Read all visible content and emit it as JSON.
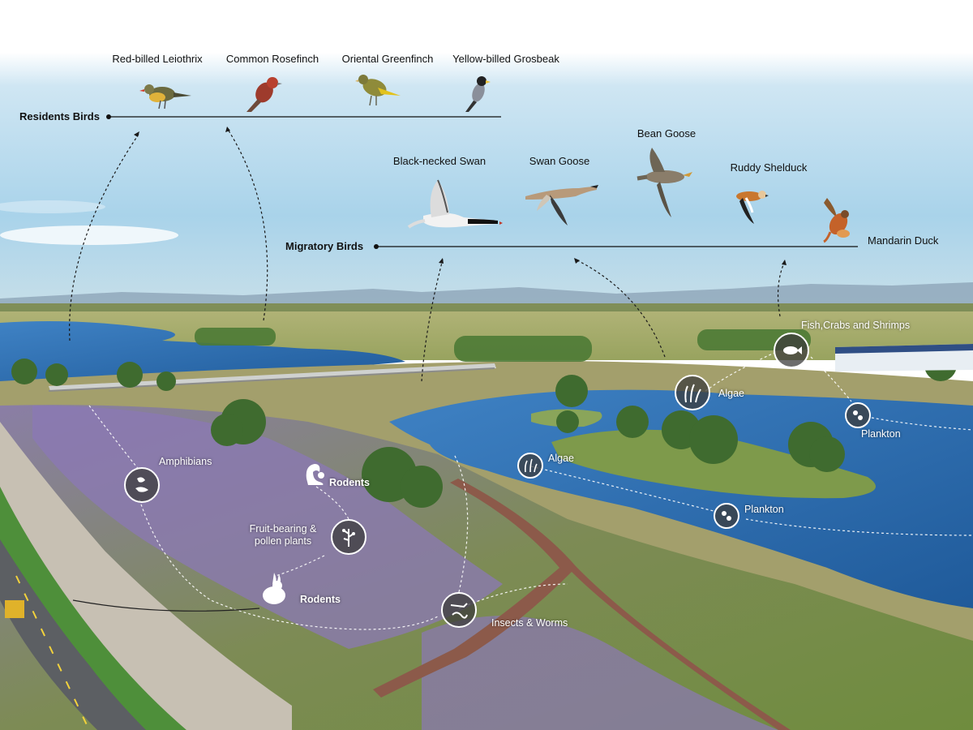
{
  "resident_group": {
    "label": "Residents Birds",
    "birds": [
      {
        "name": "Red-billed Leiothrix",
        "icon": "leiothrix-icon"
      },
      {
        "name": "Common Rosefinch",
        "icon": "rosefinch-icon"
      },
      {
        "name": "Oriental Greenfinch",
        "icon": "greenfinch-icon"
      },
      {
        "name": "Yellow-billed Grosbeak",
        "icon": "grosbeak-icon"
      }
    ]
  },
  "migratory_group": {
    "label": "Migratory Birds",
    "birds": [
      {
        "name": "Black-necked Swan",
        "icon": "black-necked-swan-icon"
      },
      {
        "name": "Swan Goose",
        "icon": "swan-goose-icon"
      },
      {
        "name": "Bean Goose",
        "icon": "bean-goose-icon"
      },
      {
        "name": "Ruddy Shelduck",
        "icon": "ruddy-shelduck-icon"
      },
      {
        "name": "Mandarin Duck",
        "icon": "mandarin-duck-icon"
      }
    ]
  },
  "food_nodes": {
    "amphibians": "Amphibians",
    "rodents_squirrel": "Rodents",
    "fruit_plants": "Fruit-bearing & pollen plants",
    "rodents_rabbit": "Rodents",
    "insects": "Insects & Worms",
    "fish": "Fish,Crabs and Shrimps",
    "algae_upper": "Algae",
    "plankton_upper": "Plankton",
    "algae_lower": "Algae",
    "plankton_lower": "Plankton"
  },
  "colors": {
    "sky": "#a9d3ea",
    "water": "#2f6fb0",
    "grass": "#7f9a47",
    "lavender": "#8e7bb8",
    "icon_circle": "#3c3c3c"
  }
}
